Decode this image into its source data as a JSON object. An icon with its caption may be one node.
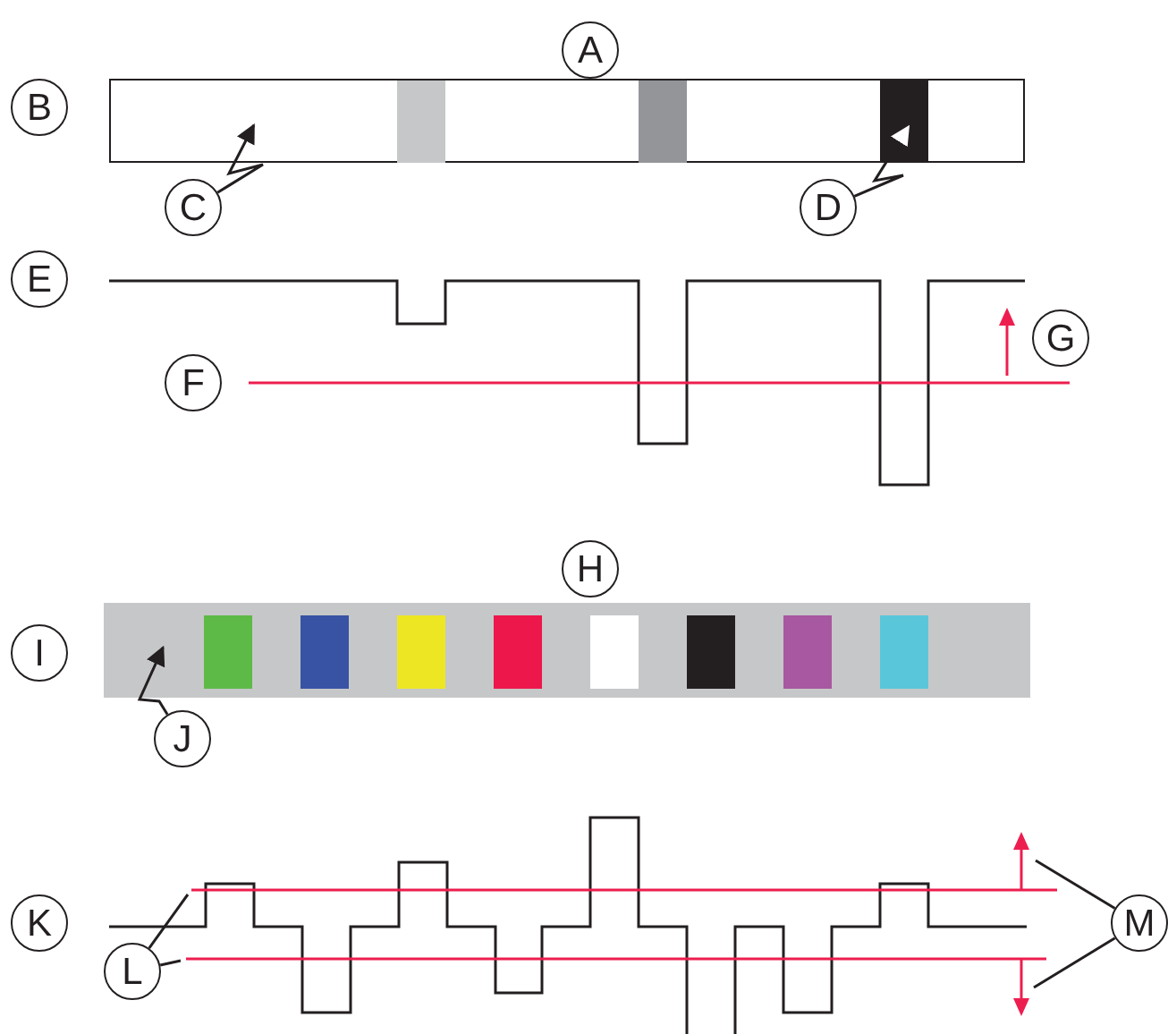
{
  "diagram": {
    "nodes": [
      {
        "text": [
          "A"
        ]
      },
      {
        "text": [
          "B"
        ]
      },
      {
        "text": [],
        "shape": "box"
      },
      {
        "text": [],
        "shape": "bar",
        "in": 2
      },
      {
        "text": [],
        "shape": "bar",
        "in": 2
      },
      {
        "text": [],
        "shape": "bar",
        "in": 2
      },
      {
        "text": [
          "C"
        ]
      },
      {
        "text": [
          "D"
        ]
      },
      {
        "text": [
          "E"
        ]
      },
      {
        "text": [
          "G"
        ]
      },
      {
        "text": [
          "F"
        ]
      },
      {
        "text": [
          "H"
        ]
      },
      {
        "text": [
          "I"
        ]
      },
      {
        "text": [],
        "shape": "box"
      },
      {
        "text": [
          "J"
        ]
      },
      {
        "text": [
          "K"
        ]
      },
      {
        "text": [
          "M"
        ]
      },
      {
        "text": [
          "L"
        ]
      }
    ],
    "edges": [
      {
        "from": 6,
        "to": 2,
        "arrow": "to"
      },
      {
        "from": 7,
        "to": 5,
        "arrow": "to"
      },
      {
        "from": 14,
        "to": 13,
        "arrow": "to"
      },
      {
        "from": 17,
        "to": null,
        "arrow": "none"
      },
      {
        "from": 17,
        "to": null,
        "arrow": "none"
      },
      {
        "from": 16,
        "to": null,
        "arrow": "none"
      },
      {
        "from": 16,
        "to": null,
        "arrow": "none"
      }
    ]
  }
}
